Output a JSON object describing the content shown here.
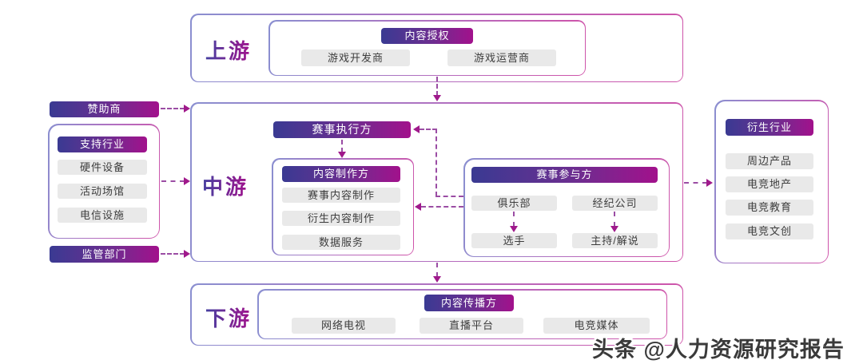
{
  "colors": {
    "badge_gradient_start": "#3a3a92",
    "badge_gradient_end": "#a2118c",
    "border_gradient_start": "#8a8fd0",
    "border_gradient_end": "#cf53a9",
    "item_bg": "#e9e9e9",
    "item_text": "#3d3d3d",
    "dash": "#9b4da4",
    "arrowhead": "#a0198b"
  },
  "upstream": {
    "label": "上游",
    "badge": "内容授权",
    "items": [
      "游戏开发商",
      "游戏运营商"
    ]
  },
  "midstream": {
    "label": "中游",
    "executor_badge": "赛事执行方",
    "producer": {
      "badge": "内容制作方",
      "items": [
        "赛事内容制作",
        "衍生内容制作",
        "数据服务"
      ]
    },
    "participant": {
      "badge": "赛事参与方",
      "row1": [
        "俱乐部",
        "经纪公司"
      ],
      "row2": [
        "选手",
        "主持/解说"
      ]
    }
  },
  "downstream": {
    "label": "下游",
    "badge": "内容传播方",
    "items": [
      "网络电视",
      "直播平台",
      "电竞媒体"
    ]
  },
  "left_column": {
    "sponsor_badge": "赞助商",
    "support": {
      "badge": "支持行业",
      "items": [
        "硬件设备",
        "活动场馆",
        "电信设施"
      ]
    },
    "regulator_badge": "监管部门"
  },
  "right_column": {
    "derivative": {
      "badge": "衍生行业",
      "items": [
        "周边产品",
        "电竞地产",
        "电竞教育",
        "电竞文创"
      ]
    }
  },
  "watermark": "头条 @人力资源研究报告"
}
